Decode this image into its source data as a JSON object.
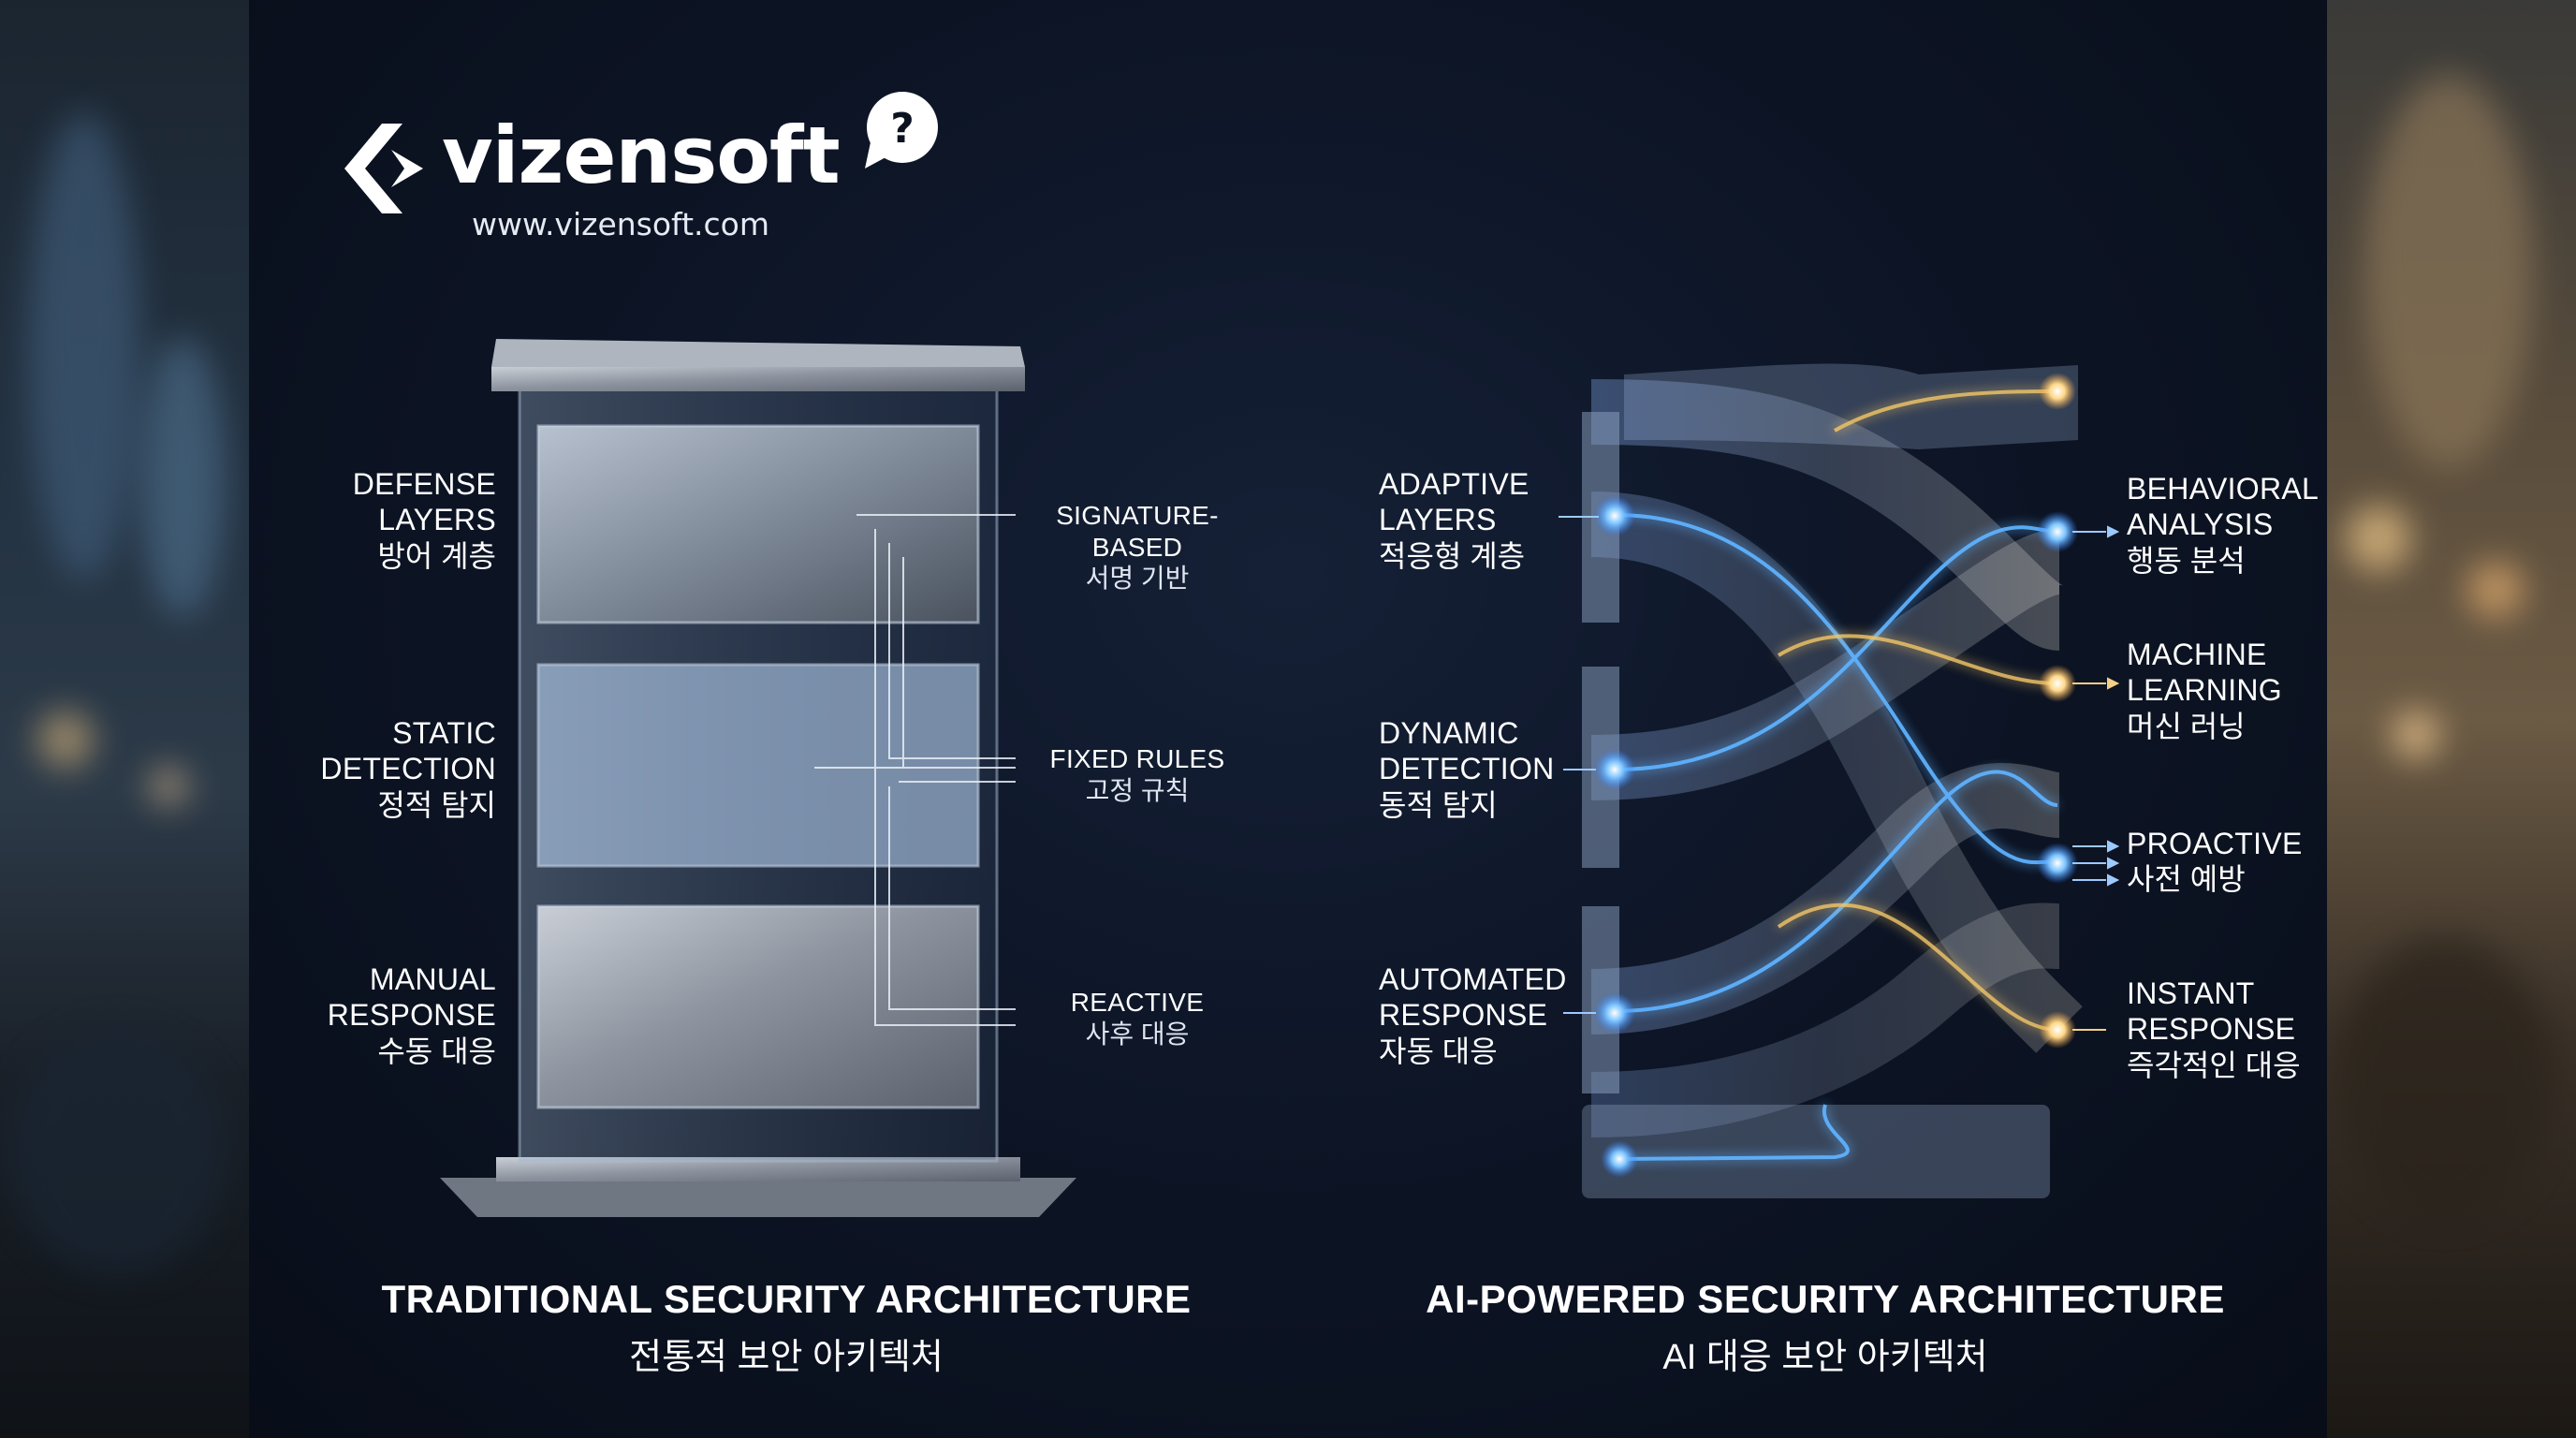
{
  "brand": {
    "name": "vizensoft",
    "bubble_symbol": "?",
    "url": "www.vizensoft.com"
  },
  "traditional": {
    "title": "TRADITIONAL SECURITY ARCHITECTURE",
    "title_ko": "전통적 보안 아키텍처",
    "left_labels": [
      {
        "en": [
          "DEFENSE",
          "LAYERS"
        ],
        "ko": "방어 계층"
      },
      {
        "en": [
          "STATIC",
          "DETECTION"
        ],
        "ko": "정적 탐지"
      },
      {
        "en": [
          "MANUAL",
          "RESPONSE"
        ],
        "ko": "수동 대응"
      }
    ],
    "right_labels": [
      {
        "en": "SIGNATURE-BASED",
        "ko": "서명 기반"
      },
      {
        "en": "FIXED RULES",
        "ko": "고정 규칙"
      },
      {
        "en": "REACTIVE",
        "ko": "사후 대응"
      }
    ]
  },
  "ai": {
    "title": "AI-POWERED SECURITY ARCHITECTURE",
    "title_ko": "AI 대응 보안 아키텍처",
    "left_labels": [
      {
        "en": [
          "ADAPTIVE",
          "LAYERS"
        ],
        "ko": "적응형 계층"
      },
      {
        "en": [
          "DYNAMIC",
          "DETECTION"
        ],
        "ko": "동적 탐지"
      },
      {
        "en": [
          "AUTOMATED",
          "RESPONSE"
        ],
        "ko": "자동 대응"
      }
    ],
    "right_labels": [
      {
        "en": [
          "BEHAVIORAL",
          "ANALYSIS"
        ],
        "ko": "행동 분석"
      },
      {
        "en": [
          "MACHINE",
          "LEARNING"
        ],
        "ko": "머신 러닝"
      },
      {
        "en": [
          "PROACTIVE"
        ],
        "ko": "사전 예방"
      },
      {
        "en": [
          "INSTANT",
          "RESPONSE"
        ],
        "ko": "즉각적인 대응"
      }
    ]
  },
  "colors": {
    "background": "#0b1220",
    "accent_blue": "#3aa0ff",
    "accent_gold": "#f4c56a",
    "text": "#ffffff"
  }
}
